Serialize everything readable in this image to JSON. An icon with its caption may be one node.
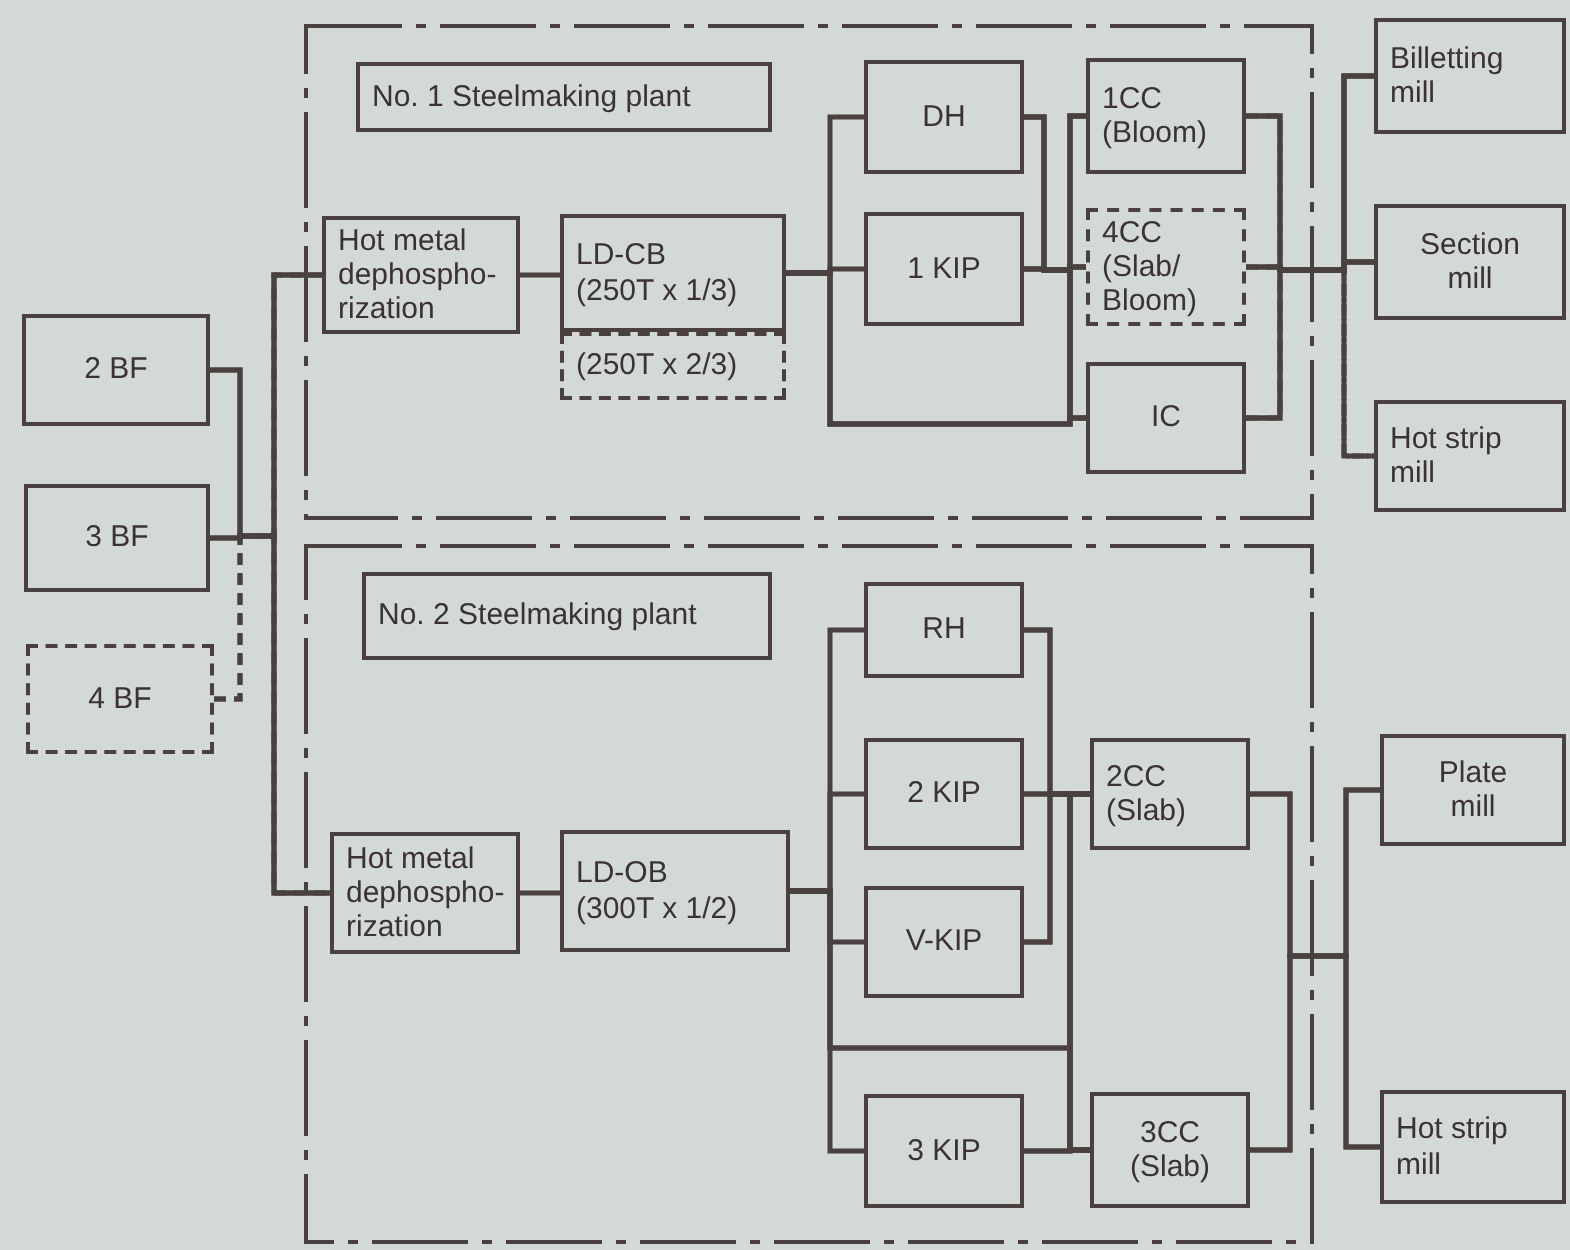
{
  "diagram": {
    "nodes": [
      {
        "text": [],
        "shape": "box"
      },
      {
        "text": [
          "No. 1 Steelmaking plant"
        ],
        "in": 0
      },
      {
        "text": [
          "Hot metal dephospho- rization"
        ],
        "in": 0
      },
      {
        "text": [
          "LD-CB (250T x 1/3)"
        ],
        "in": 0
      },
      {
        "text": [
          "(250T x 2/3)"
        ],
        "in": 0
      },
      {
        "text": [
          "DH"
        ],
        "in": 0
      },
      {
        "text": [
          "1 KIP"
        ],
        "in": 0
      },
      {
        "text": [
          "1CC (Bloom)"
        ],
        "in": 0
      },
      {
        "text": [
          "4CC (Slab/ Bloom)"
        ],
        "in": 0
      },
      {
        "text": [
          "IC"
        ],
        "in": 0
      },
      {
        "text": [
          "Billetting mill"
        ]
      },
      {
        "text": [
          "Section mill"
        ]
      },
      {
        "text": [
          "Hot strip mill"
        ]
      },
      {
        "text": [
          "2 BF"
        ]
      },
      {
        "text": [
          "3 BF"
        ]
      },
      {
        "text": [
          "4 BF"
        ]
      },
      {
        "text": [],
        "shape": "box"
      },
      {
        "text": [
          "No. 2 Steelmaking plant"
        ],
        "in": 16
      },
      {
        "text": [
          "Hot metal dephospho- rization"
        ],
        "in": 16
      },
      {
        "text": [
          "LD-OB (300T x 1/2)"
        ],
        "in": 16
      },
      {
        "text": [
          "RH"
        ],
        "in": 16
      },
      {
        "text": [
          "2 KIP"
        ],
        "in": 16
      },
      {
        "text": [
          "V-KIP"
        ],
        "in": 16
      },
      {
        "text": [
          "3 KIP"
        ],
        "in": 16
      },
      {
        "text": [
          "2CC (Slab)"
        ],
        "in": 16
      },
      {
        "text": [
          "3CC (Slab)"
        ],
        "in": 16
      },
      {
        "text": [
          "Plate mill"
        ]
      },
      {
        "text": [
          "Hot strip mill"
        ]
      }
    ],
    "edges": [
      {
        "from": 13,
        "to": 2,
        "arrow": "none"
      },
      {
        "from": 13,
        "to": 18,
        "arrow": "none"
      },
      {
        "from": 14,
        "to": 2,
        "arrow": "none"
      },
      {
        "from": 14,
        "to": 18,
        "arrow": "none"
      },
      {
        "from": 15,
        "to": 2,
        "arrow": "none",
        "style": "dashed"
      },
      {
        "from": 15,
        "to": 18,
        "arrow": "none",
        "style": "dashed"
      },
      {
        "from": 2,
        "to": 3,
        "arrow": "none"
      },
      {
        "from": 18,
        "to": 19,
        "arrow": "none"
      },
      {
        "from": 3,
        "to": 5,
        "arrow": "none"
      },
      {
        "from": 3,
        "to": 6,
        "arrow": "none"
      },
      {
        "from": 3,
        "to": 7,
        "arrow": "none"
      },
      {
        "from": 3,
        "to": 8,
        "arrow": "none"
      },
      {
        "from": 3,
        "to": 9,
        "arrow": "none"
      },
      {
        "from": 5,
        "to": 7,
        "arrow": "none"
      },
      {
        "from": 5,
        "to": 8,
        "arrow": "none"
      },
      {
        "from": 5,
        "to": 9,
        "arrow": "none"
      },
      {
        "from": 6,
        "to": 7,
        "arrow": "none"
      },
      {
        "from": 6,
        "to": 8,
        "arrow": "none"
      },
      {
        "from": 6,
        "to": 9,
        "arrow": "none"
      },
      {
        "from": 7,
        "to": 10,
        "arrow": "none"
      },
      {
        "from": 7,
        "to": 11,
        "arrow": "none"
      },
      {
        "from": 7,
        "to": 12,
        "arrow": "none",
        "style": "dashed"
      },
      {
        "from": 8,
        "to": 10,
        "arrow": "none"
      },
      {
        "from": 8,
        "to": 11,
        "arrow": "none"
      },
      {
        "from": 8,
        "to": 12,
        "arrow": "none",
        "style": "dashed"
      },
      {
        "from": 9,
        "to": 10,
        "arrow": "none"
      },
      {
        "from": 9,
        "to": 11,
        "arrow": "none"
      },
      {
        "from": 9,
        "to": 12,
        "arrow": "none",
        "style": "dashed"
      },
      {
        "from": 19,
        "to": 20,
        "arrow": "none"
      },
      {
        "from": 19,
        "to": 21,
        "arrow": "none"
      },
      {
        "from": 19,
        "to": 22,
        "arrow": "none"
      },
      {
        "from": 19,
        "to": 23,
        "arrow": "none"
      },
      {
        "from": 19,
        "to": 24,
        "arrow": "none"
      },
      {
        "from": 19,
        "to": 25,
        "arrow": "none"
      },
      {
        "from": 20,
        "to": 24,
        "arrow": "none"
      },
      {
        "from": 20,
        "to": 25,
        "arrow": "none"
      },
      {
        "from": 21,
        "to": 24,
        "arrow": "none"
      },
      {
        "from": 21,
        "to": 25,
        "arrow": "none"
      },
      {
        "from": 22,
        "to": 24,
        "arrow": "none"
      },
      {
        "from": 22,
        "to": 25,
        "arrow": "none"
      },
      {
        "from": 23,
        "to": 24,
        "arrow": "none"
      },
      {
        "from": 23,
        "to": 25,
        "arrow": "none"
      },
      {
        "from": 24,
        "to": 26,
        "arrow": "none"
      },
      {
        "from": 24,
        "to": 27,
        "arrow": "none"
      },
      {
        "from": 25,
        "to": 26,
        "arrow": "none"
      },
      {
        "from": 25,
        "to": 27,
        "arrow": "none"
      }
    ]
  }
}
